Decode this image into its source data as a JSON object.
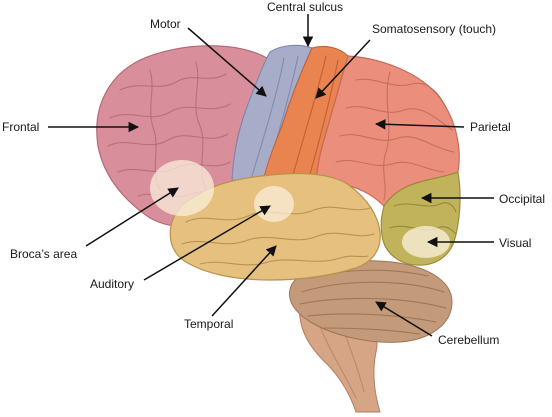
{
  "labels": {
    "central_sulcus": "Central sulcus",
    "motor": "Motor",
    "somatosensory": "Somatosensory (touch)",
    "frontal": "Frontal",
    "parietal": "Parietal",
    "occipital": "Occipital",
    "visual": "Visual",
    "brocas_area": "Broca’s area",
    "auditory": "Auditory",
    "temporal": "Temporal",
    "cerebellum": "Cerebellum"
  },
  "colors": {
    "frontal": "#d98f9b",
    "motor": "#a7adc9",
    "somatosensory": "#e9834f",
    "parietal": "#eb8f7c",
    "occipital": "#c1b35b",
    "temporal": "#e6c07f",
    "cerebellum": "#c39a7a",
    "brainstem": "#d6a585",
    "highlight": "#fbf1df"
  }
}
